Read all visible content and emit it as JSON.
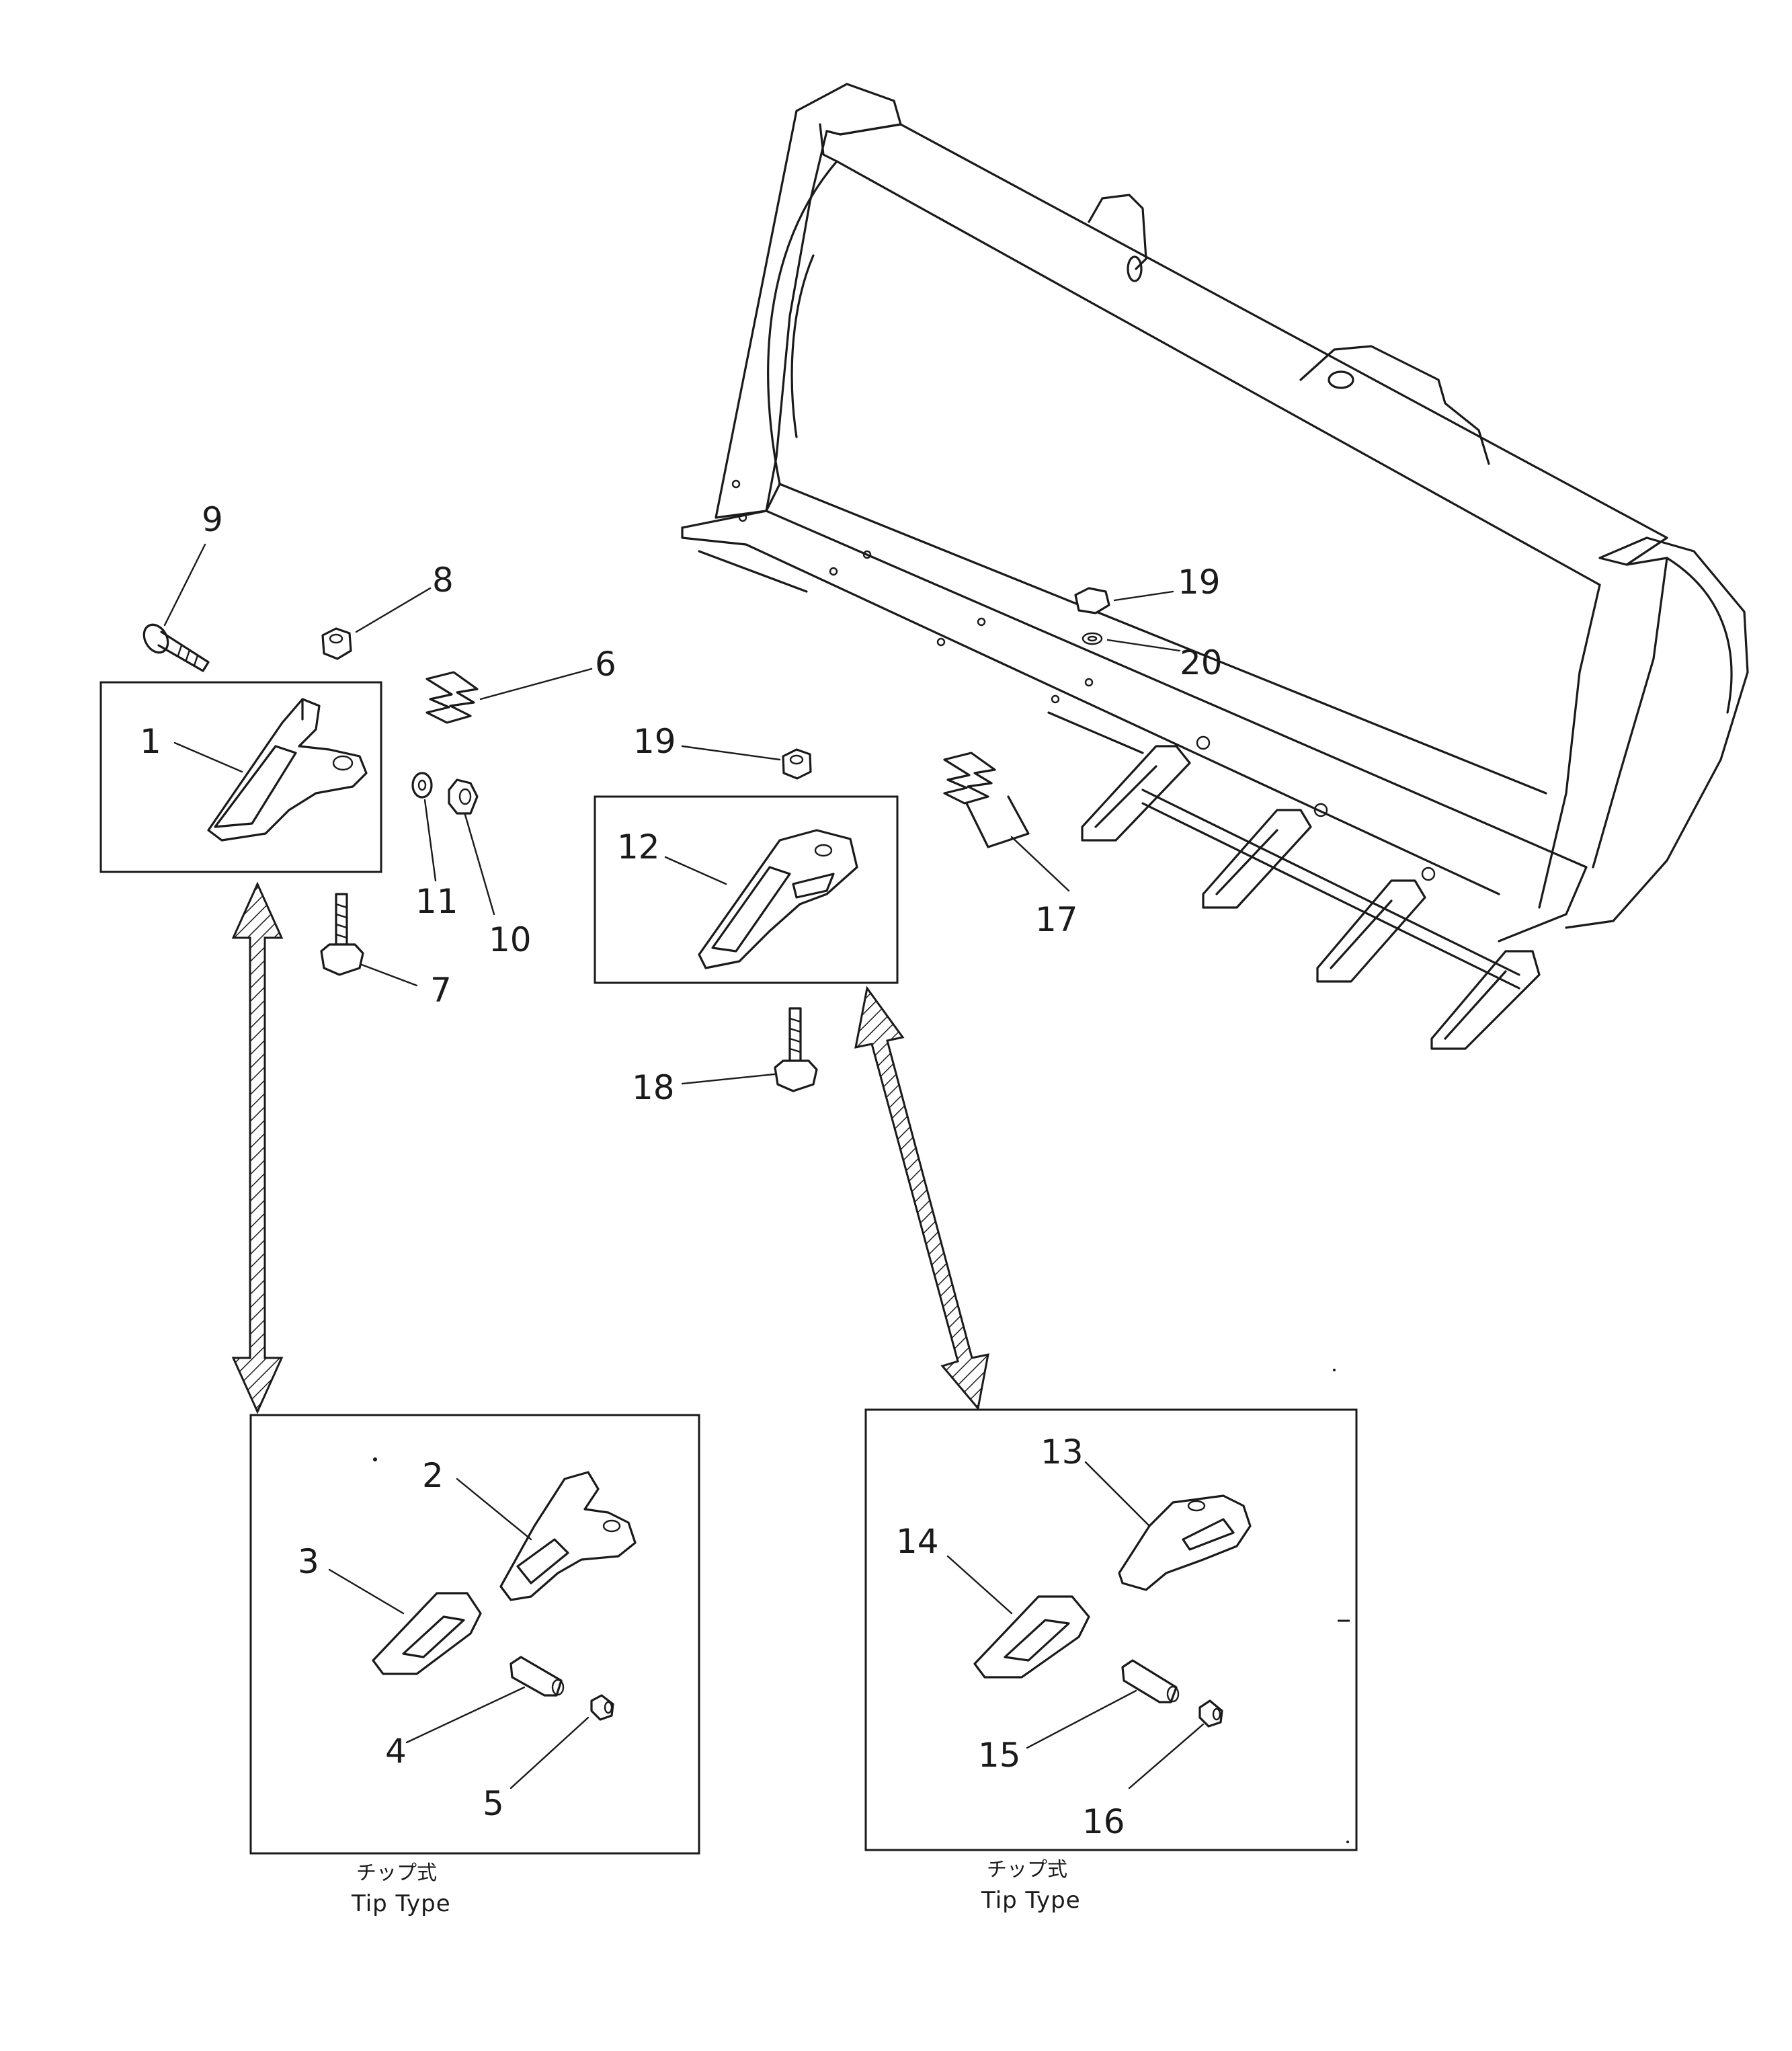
{
  "callouts": {
    "c1": "1",
    "c2": "2",
    "c3": "3",
    "c4": "4",
    "c5": "5",
    "c6": "6",
    "c7": "7",
    "c8": "8",
    "c9": "9",
    "c10": "10",
    "c11": "11",
    "c12": "12",
    "c13": "13",
    "c14": "14",
    "c15": "15",
    "c16": "16",
    "c17": "17",
    "c18": "18",
    "c19a": "19",
    "c19b": "19",
    "c20": "20"
  },
  "captions": {
    "left_jp": "チップ式",
    "left_en": "Tip Type",
    "right_jp": "チップ式",
    "right_en": "Tip Type"
  }
}
